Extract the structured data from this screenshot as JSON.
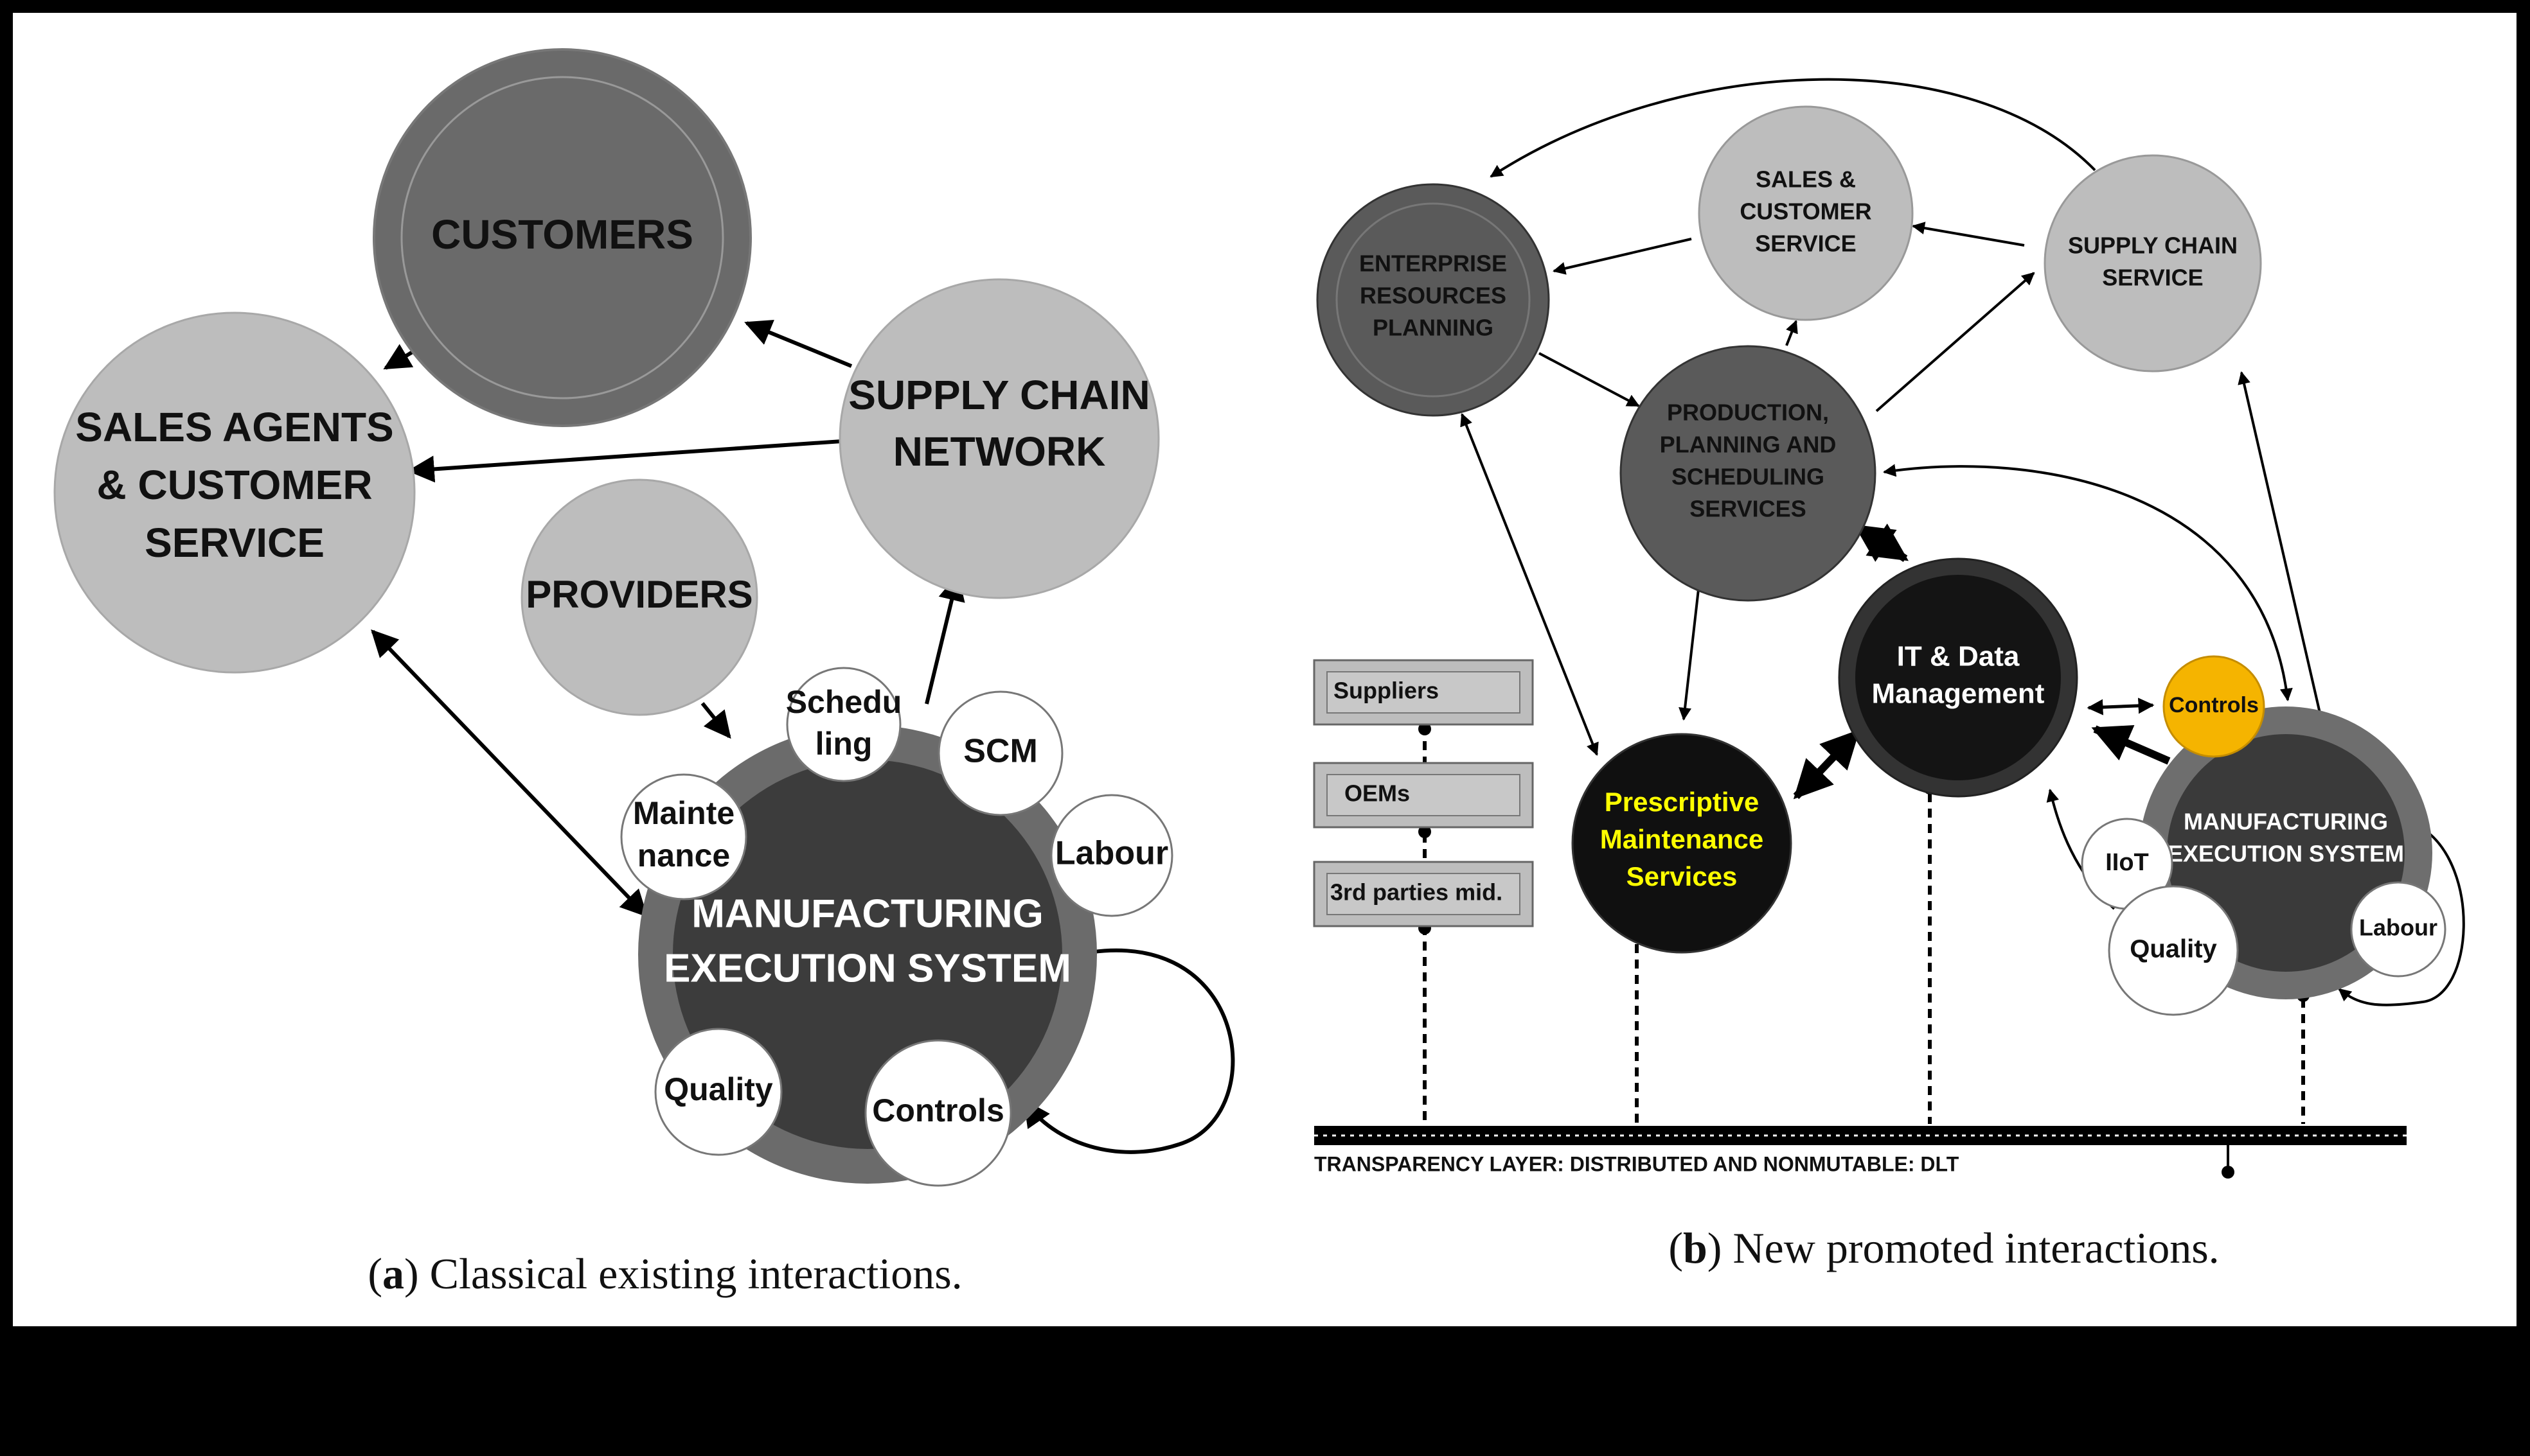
{
  "panel_a": {
    "caption_letter": "a",
    "caption_text": ") Classical existing interactions.",
    "customers": "CUSTOMERS",
    "sales_agents": [
      "SALES AGENTS",
      "& CUSTOMER",
      "SERVICE"
    ],
    "supply_chain_network": [
      "SUPPLY CHAIN",
      "NETWORK"
    ],
    "providers": "PROVIDERS",
    "mes": [
      "MANUFACTURING",
      "EXECUTION SYSTEM"
    ],
    "scheduling": [
      "Schedu",
      "ling"
    ],
    "scm": "SCM",
    "labour": "Labour",
    "maintenance": [
      "Mainte",
      "nance"
    ],
    "quality": "Quality",
    "controls": "Controls"
  },
  "panel_b": {
    "caption_letter": "b",
    "caption_text": ") New promoted interactions.",
    "erp": [
      "ENTERPRISE",
      "RESOURCES",
      "PLANNING"
    ],
    "sales_customer_service": [
      "SALES &",
      "CUSTOMER",
      "SERVICE"
    ],
    "supply_chain_service": [
      "SUPPLY CHAIN",
      "SERVICE"
    ],
    "production": [
      "PRODUCTION,",
      "PLANNING AND",
      "SCHEDULING",
      "SERVICES"
    ],
    "it_data": [
      "IT & Data",
      "Management"
    ],
    "prescriptive": [
      "Prescriptive",
      "Maintenance",
      "Services"
    ],
    "controls": "Controls",
    "mes": [
      "MANUFACTURING",
      "EXECUTION SYSTEM"
    ],
    "iiot": "IIoT",
    "quality": "Quality",
    "labour": "Labour",
    "suppliers": "Suppliers",
    "oems": "OEMs",
    "third_parties": "3rd parties mid.",
    "transparency": "TRANSPARENCY LAYER: DISTRIBUTED AND NONMUTABLE: DLT"
  },
  "colors": {
    "dark_gray": "#5a5a5a",
    "mid_gray": "#6e6e6e",
    "light_gray": "#bdbdbd",
    "black_node": "#121212",
    "yellow_text": "#ffff00",
    "controls_orange": "#f5b400"
  }
}
